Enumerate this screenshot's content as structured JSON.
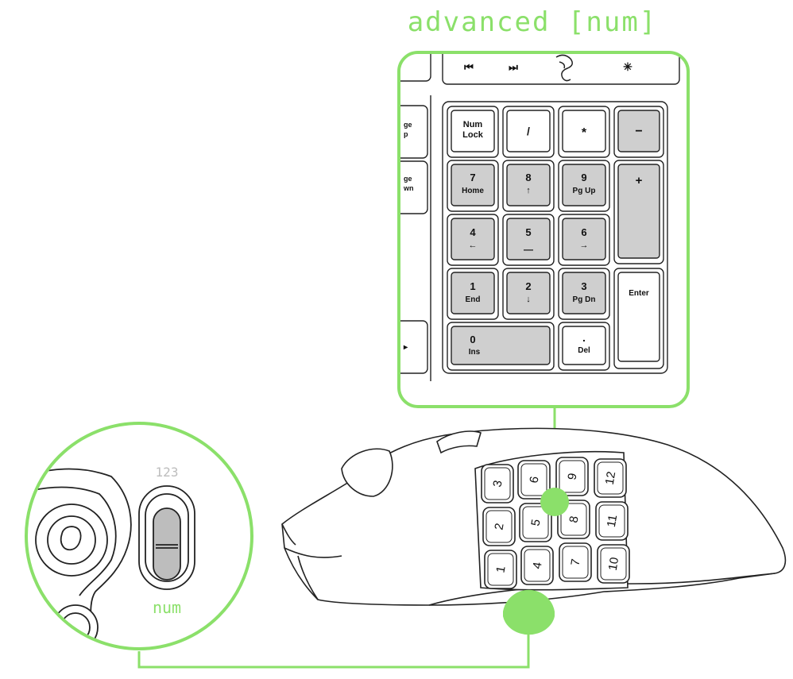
{
  "title": "advanced [num]",
  "accent_color": "#8be06a",
  "media_keys": {
    "prev_icon": "previous-track-icon",
    "next_icon": "next-track-icon",
    "logo_icon": "razer-logo-icon",
    "light_icon": "backlight-icon",
    "prev_symbol": "⏮",
    "next_symbol": "⏭",
    "light_symbol": "✳"
  },
  "side_keys": {
    "page_up_partial": "ge\np",
    "page_down_partial": "ge\nwn",
    "arrow_partial": "▸"
  },
  "numpad": {
    "numlock_line1": "Num",
    "numlock_line2": "Lock",
    "divide": "/",
    "multiply": "*",
    "minus": "−",
    "k7_top": "7",
    "k7_bottom": "Home",
    "k8_top": "8",
    "k8_bottom": "↑",
    "k9_top": "9",
    "k9_bottom": "Pg Up",
    "plus": "+",
    "k4_top": "4",
    "k4_bottom": "←",
    "k5_top": "5",
    "k5_bottom": "—",
    "k6_top": "6",
    "k6_bottom": "→",
    "k1_top": "1",
    "k1_bottom": "End",
    "k2_top": "2",
    "k2_bottom": "↓",
    "k3_top": "3",
    "k3_bottom": "Pg Dn",
    "enter": "Enter",
    "k0_top": "0",
    "k0_bottom": "Ins",
    "dot_top": ".",
    "dot_bottom": "Del"
  },
  "switch": {
    "top_label": "123",
    "bottom_label": "num"
  },
  "mouse_buttons": [
    "1",
    "2",
    "3",
    "4",
    "5",
    "6",
    "7",
    "8",
    "9",
    "10",
    "11",
    "12"
  ]
}
